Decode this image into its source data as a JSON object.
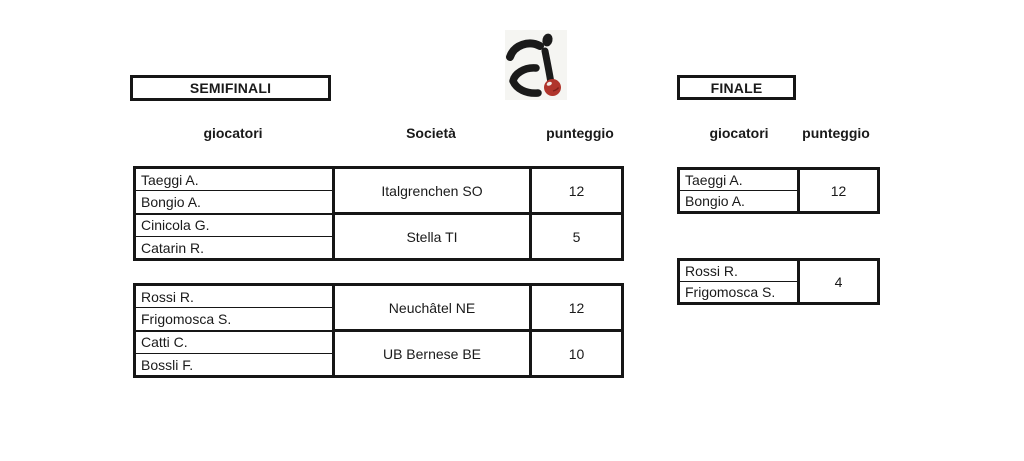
{
  "page": {
    "background": "#ffffff",
    "text_color": "#1a1a1a",
    "border_color": "#161616"
  },
  "icon": {
    "name": "bocce-player-pictogram",
    "figure_color": "#1a1a1a",
    "ball_color": "#b0352c",
    "ball_shadow_color": "#7d1f1a",
    "background": "#f5f5f2"
  },
  "semifinals": {
    "title": "SEMIFINALI",
    "headers": {
      "players": "giocatori",
      "society": "Società",
      "score": "punteggio"
    },
    "matches": [
      {
        "teams": [
          {
            "players": [
              "Taeggi A.",
              "Bongio A."
            ],
            "society": "Italgrenchen SO",
            "score": "12"
          },
          {
            "players": [
              "Cinicola G.",
              "Catarin R."
            ],
            "society": "Stella TI",
            "score": "5"
          }
        ]
      },
      {
        "teams": [
          {
            "players": [
              "Rossi R.",
              "Frigomosca S."
            ],
            "society": "Neuchâtel NE",
            "score": "12"
          },
          {
            "players": [
              "Catti C.",
              "Bossli F."
            ],
            "society": "UB Bernese BE",
            "score": "10"
          }
        ]
      }
    ]
  },
  "final": {
    "title": "FINALE",
    "headers": {
      "players": "giocatori",
      "score": "punteggio"
    },
    "teams": [
      {
        "players": [
          "Taeggi A.",
          "Bongio A."
        ],
        "score": "12"
      },
      {
        "players": [
          "Rossi R.",
          "Frigomosca S."
        ],
        "score": "4"
      }
    ]
  }
}
